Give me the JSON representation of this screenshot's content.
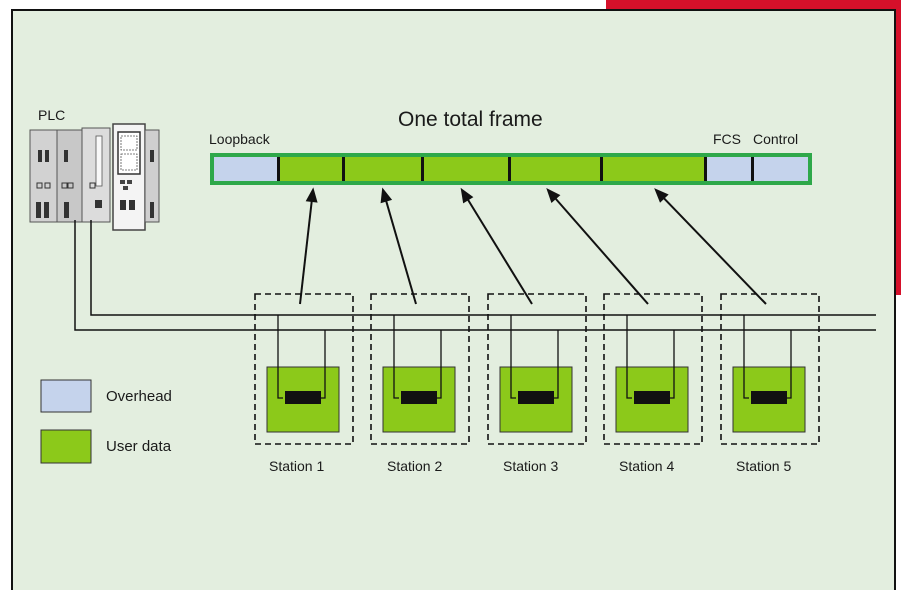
{
  "labels": {
    "plc": "PLC",
    "frame_title": "One total frame",
    "loopback": "Loopback",
    "fcs": "FCS",
    "control": "Control"
  },
  "legend": {
    "overhead": "Overhead",
    "user_data": "User data"
  },
  "stations": [
    "Station 1",
    "Station 2",
    "Station 3",
    "Station 4",
    "Station 5"
  ],
  "colors": {
    "background": "#e3eedf",
    "accent_red": "#d5102a",
    "overhead": "#c5d3ec",
    "user_data": "#8cc91a",
    "frame_border": "#2ea84a"
  }
}
